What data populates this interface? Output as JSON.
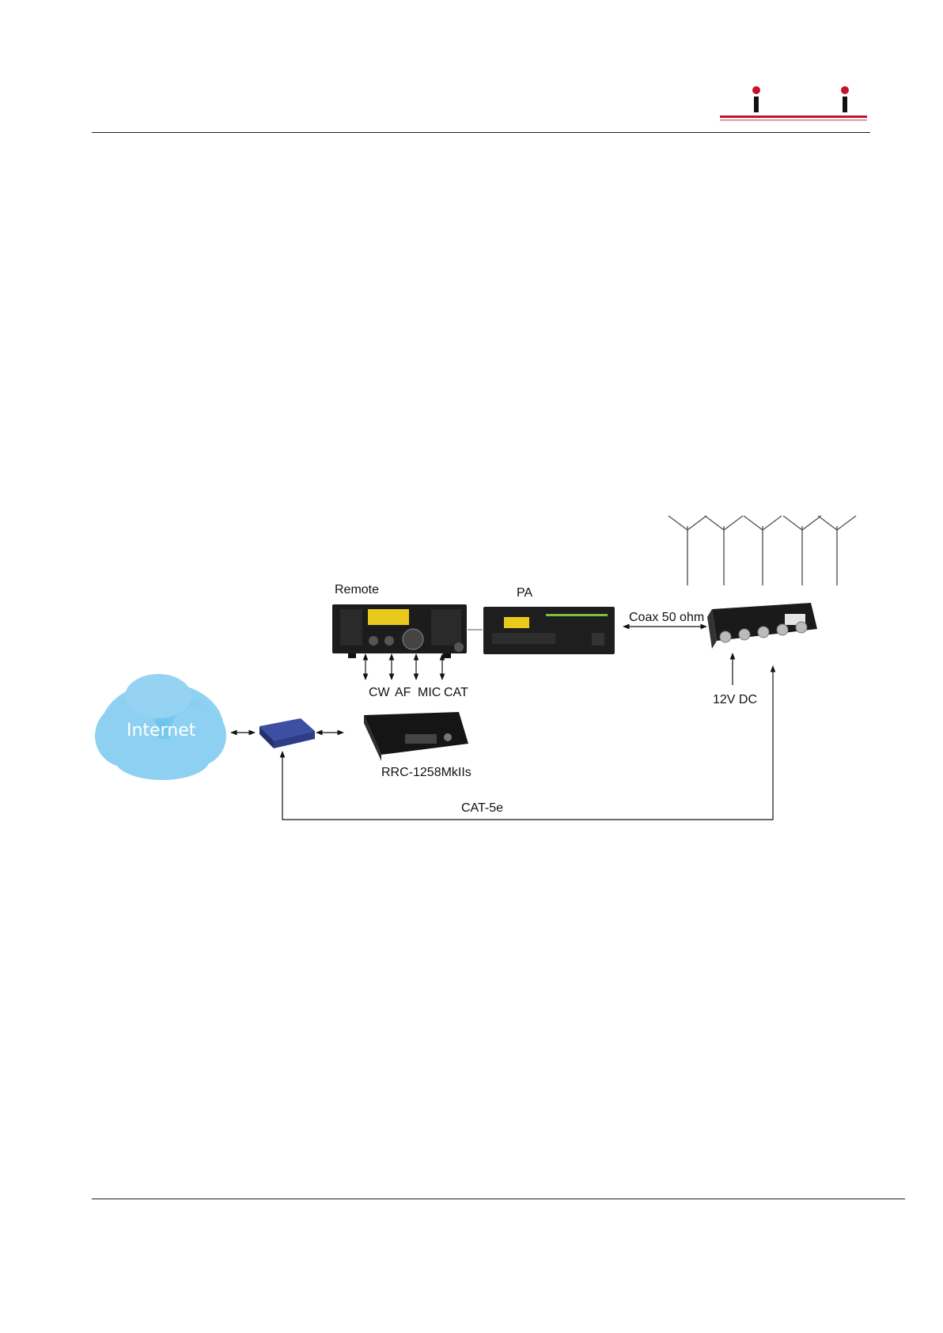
{
  "header": {
    "logo_icon": "company-logo-icon",
    "accent_color": "#c8102e"
  },
  "diagram": {
    "nodes": {
      "internet": "Internet",
      "remote": "Remote",
      "pa": "PA",
      "rrc": "RRC-1258MkIIs",
      "power": "12V DC"
    },
    "links": {
      "coax": "Coax 50 ohm",
      "cat5": "CAT-5e"
    },
    "signals": [
      "CW",
      "AF",
      "MIC",
      "CAT"
    ],
    "antenna_count": 5
  }
}
